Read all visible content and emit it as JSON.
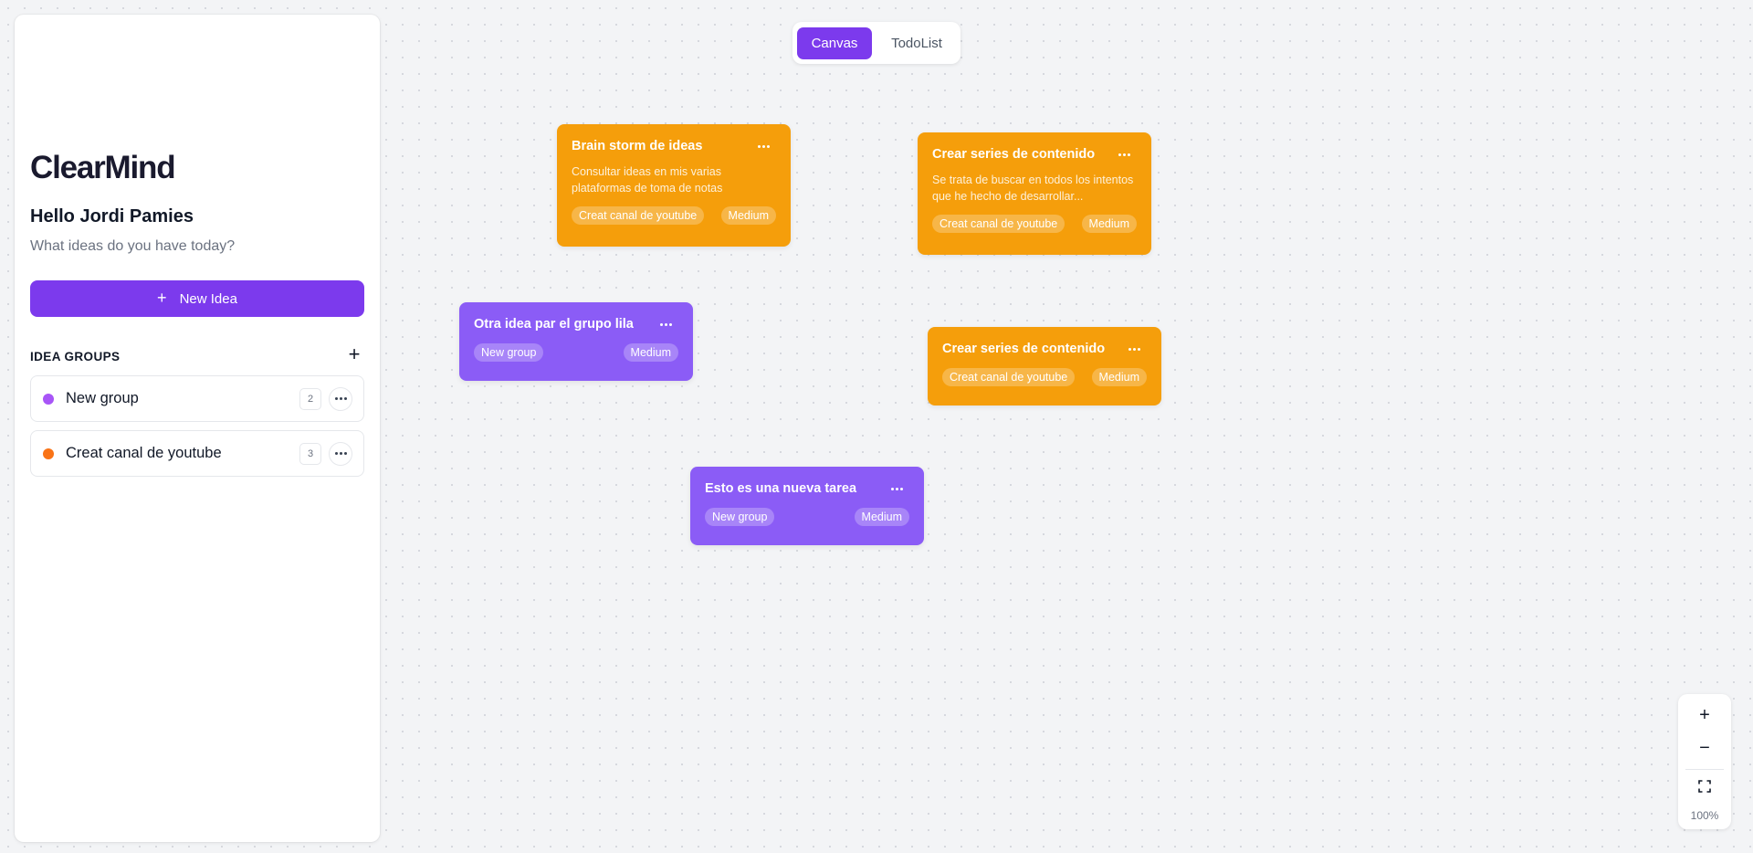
{
  "app": {
    "logo": "ClearMind",
    "greeting": "Hello Jordi Pamies",
    "subtitle": "What ideas do you have today?"
  },
  "sidebar": {
    "new_idea_label": "New Idea",
    "groups_title": "IDEA GROUPS",
    "groups": [
      {
        "name": "New group",
        "count": "2",
        "color": "#a855f7"
      },
      {
        "name": "Creat canal de youtube",
        "count": "3",
        "color": "#f97316"
      }
    ]
  },
  "view_toggle": {
    "active": "Canvas",
    "tabs": [
      "Canvas",
      "TodoList"
    ]
  },
  "cards": [
    {
      "title": "Brain storm de ideas",
      "description": "Consultar ideas en mis varias plataformas de toma de notas",
      "group": "Creat canal de youtube",
      "priority": "Medium",
      "color": "#f59e0b"
    },
    {
      "title": "Crear series de contenido",
      "description": "Se trata de buscar en todos los intentos que he hecho de desarrollar...",
      "group": "Creat canal de youtube",
      "priority": "Medium",
      "color": "#f59e0b"
    },
    {
      "title": "Otra idea par el grupo lila",
      "description": "",
      "group": "New group",
      "priority": "Medium",
      "color": "#8b5cf6"
    },
    {
      "title": "Crear series de contenido",
      "description": "",
      "group": "Creat canal de youtube",
      "priority": "Medium",
      "color": "#f59e0b"
    },
    {
      "title": "Esto es una nueva tarea",
      "description": "",
      "group": "New group",
      "priority": "Medium",
      "color": "#8b5cf6"
    }
  ],
  "zoom": {
    "zoom_in_icon": "plus-icon",
    "zoom_out_icon": "minus-icon",
    "fit_icon": "fullscreen-icon",
    "level": "100%"
  },
  "colors": {
    "accent": "#7c3aed",
    "orange_card": "#f59e0b",
    "purple_card": "#8b5cf6"
  }
}
